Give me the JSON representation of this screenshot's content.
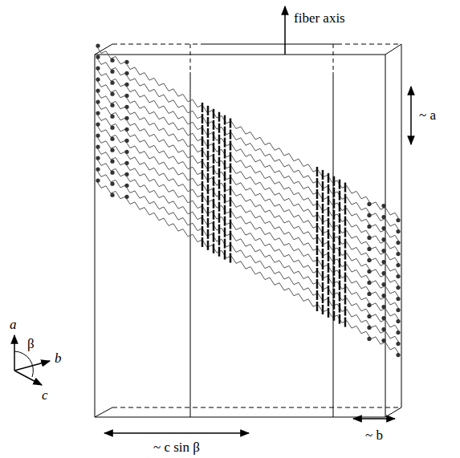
{
  "diagram": {
    "labels": [
      "fiber axis",
      "~ a",
      "a",
      "β",
      "b",
      "c",
      "~ c sin β",
      "~ b"
    ]
  }
}
